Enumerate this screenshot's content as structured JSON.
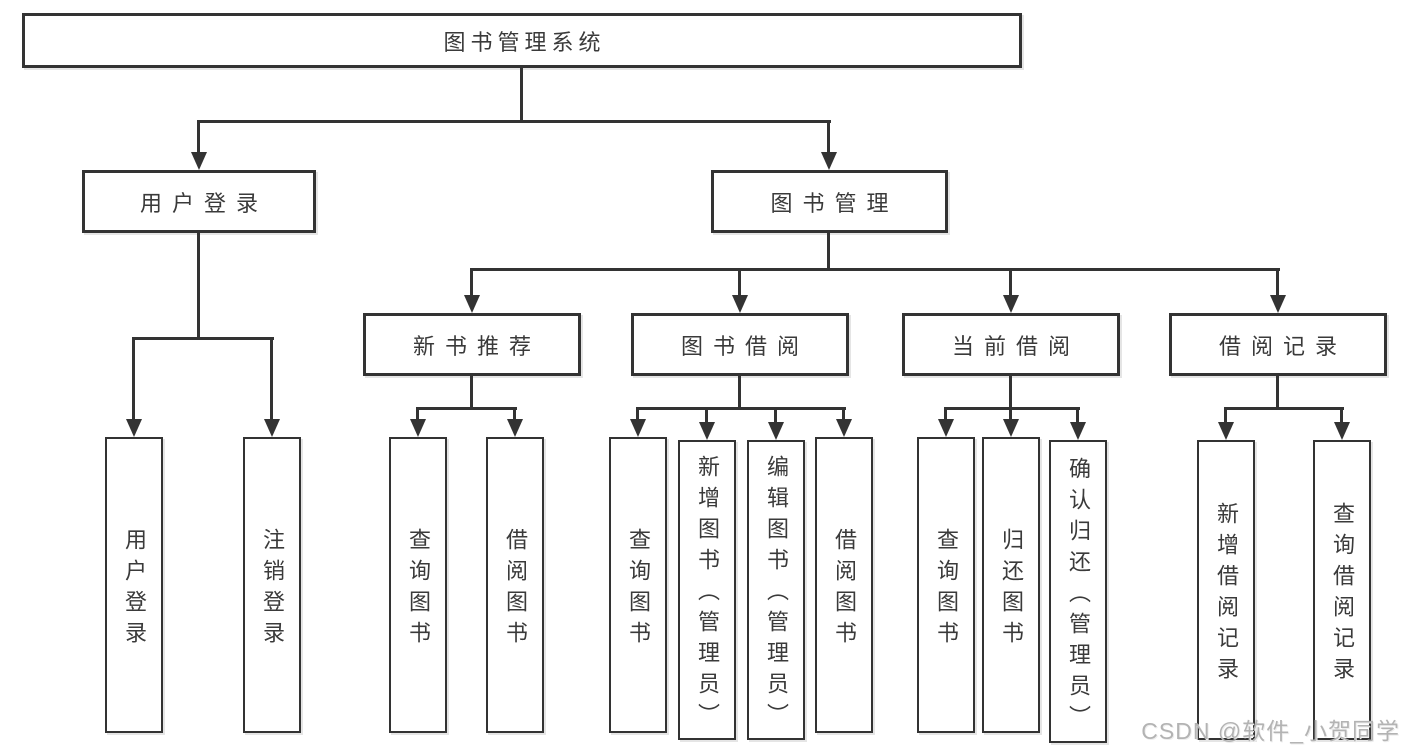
{
  "nodes": {
    "root": "图书管理系统",
    "level2": [
      "用户登录",
      "图书管理"
    ],
    "level3": [
      "新书推荐",
      "图书借阅",
      "当前借阅",
      "借阅记录"
    ],
    "leaves": {
      "login": [
        "用户登录",
        "注销登录"
      ],
      "recommend": [
        "查询图书",
        "借阅图书"
      ],
      "borrow": [
        "查询图书",
        "新增图书（管理员）",
        "编辑图书（管理员）",
        "借阅图书"
      ],
      "current": [
        "查询图书",
        "归还图书",
        "确认归还（管理员）"
      ],
      "records": [
        "新增借阅记录",
        "查询借阅记录"
      ]
    }
  },
  "watermark": "CSDN @软件_小贺同学",
  "colors": {
    "line": "#333333",
    "text": "#3a3a3a",
    "background": "#ffffff",
    "watermark": "#b3b3b3"
  }
}
